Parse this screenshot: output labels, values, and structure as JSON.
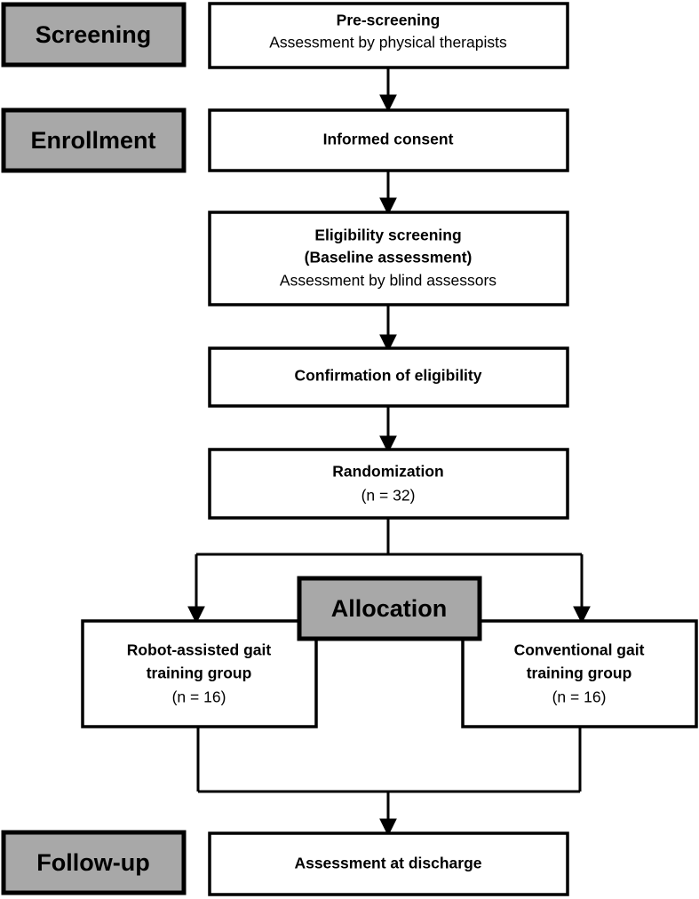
{
  "diagram": {
    "title": "CONSORT participant flow diagram",
    "colors": {
      "stage_fill": "#a8a8a8",
      "box_fill": "#ffffff",
      "stroke": "#000000"
    },
    "stages": [
      {
        "id": "screening",
        "label": "Screening"
      },
      {
        "id": "enrollment",
        "label": "Enrollment"
      },
      {
        "id": "allocation",
        "label": "Allocation"
      },
      {
        "id": "followup",
        "label": "Follow-up"
      }
    ],
    "nodes": [
      {
        "id": "pre-screening",
        "lines": [
          {
            "text": "Pre-screening",
            "bold": true
          },
          {
            "text": "Assessment by physical therapists",
            "bold": false
          }
        ]
      },
      {
        "id": "informed-consent",
        "lines": [
          {
            "text": "Informed consent",
            "bold": true
          }
        ]
      },
      {
        "id": "eligibility-screening",
        "lines": [
          {
            "text": "Eligibility screening",
            "bold": true
          },
          {
            "text": "(Baseline assessment)",
            "bold": true
          },
          {
            "text": "Assessment by blind assessors",
            "bold": false
          }
        ]
      },
      {
        "id": "confirmation-of-eligibility",
        "lines": [
          {
            "text": "Confirmation of eligibility",
            "bold": true
          }
        ]
      },
      {
        "id": "randomization",
        "lines": [
          {
            "text": "Randomization",
            "bold": true
          },
          {
            "text": "(n = 32)",
            "bold": false
          }
        ]
      },
      {
        "id": "robot-assisted-group",
        "lines": [
          {
            "text": "Robot-assisted gait",
            "bold": true
          },
          {
            "text": "training group",
            "bold": true
          },
          {
            "text": "(n = 16)",
            "bold": false
          }
        ]
      },
      {
        "id": "conventional-group",
        "lines": [
          {
            "text": "Conventional gait",
            "bold": true
          },
          {
            "text": "training group",
            "bold": true
          },
          {
            "text": "(n = 16)",
            "bold": false
          }
        ]
      },
      {
        "id": "assessment-at-discharge",
        "lines": [
          {
            "text": "Assessment at discharge",
            "bold": true
          }
        ]
      }
    ],
    "counts": {
      "randomized": 32,
      "robot_assisted_group": 16,
      "conventional_group": 16
    }
  }
}
